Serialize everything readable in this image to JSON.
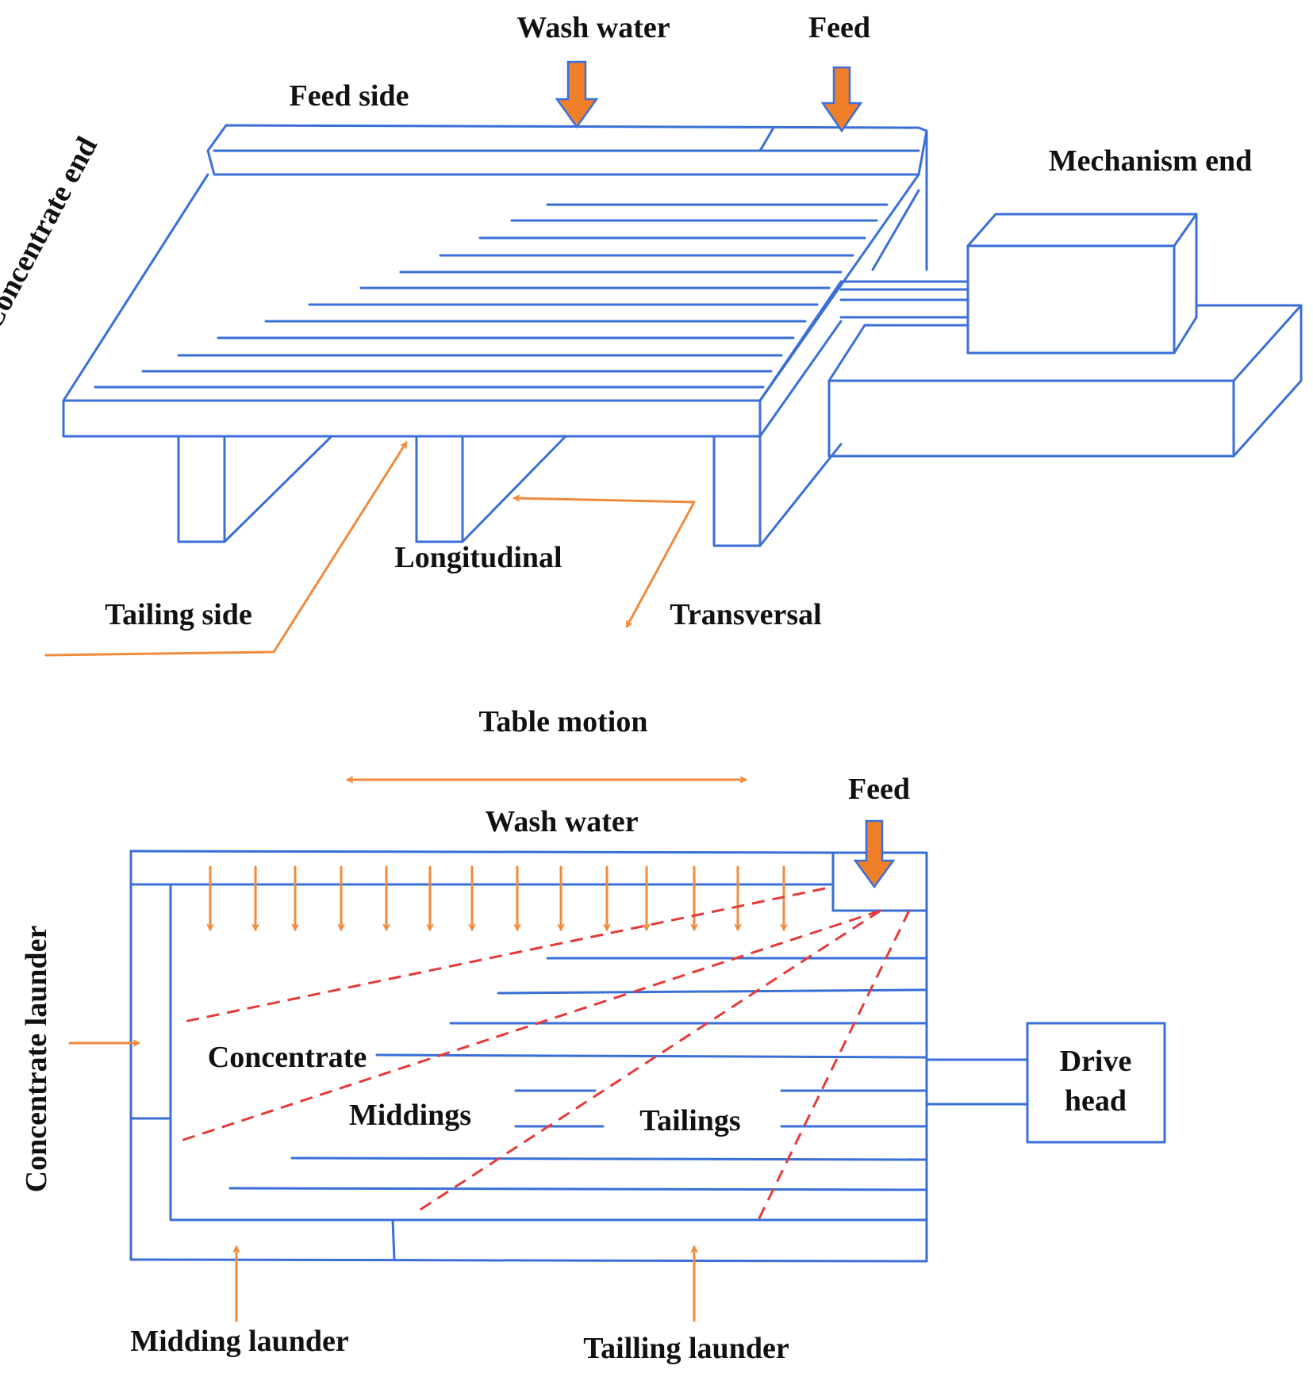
{
  "colors": {
    "outline": "#3a6fd8",
    "arrow": "#f08a3c",
    "arrow_fill": "#f07f29",
    "zone_boundary": "#e53a3a",
    "text": "#111111"
  },
  "top_view": {
    "wash_water": "Wash water",
    "feed": "Feed",
    "feed_side": "Feed side",
    "concentrate_end": "Concentrate end",
    "mechanism_end": "Mechanism end",
    "longitudinal": "Longitudinal",
    "tailing_side": "Tailing side",
    "transversal": "Transversal"
  },
  "bottom_view": {
    "table_motion": "Table motion",
    "feed": "Feed",
    "wash_water": "Wash water",
    "concentrate_launder": "Concentrate launder",
    "concentrate": "Concentrate",
    "middings": "Middings",
    "tailings": "Tailings",
    "drive_head_line1": "Drive",
    "drive_head_line2": "head",
    "midding_launder": "Midding launder",
    "tailling_launder": "Tailling launder"
  }
}
